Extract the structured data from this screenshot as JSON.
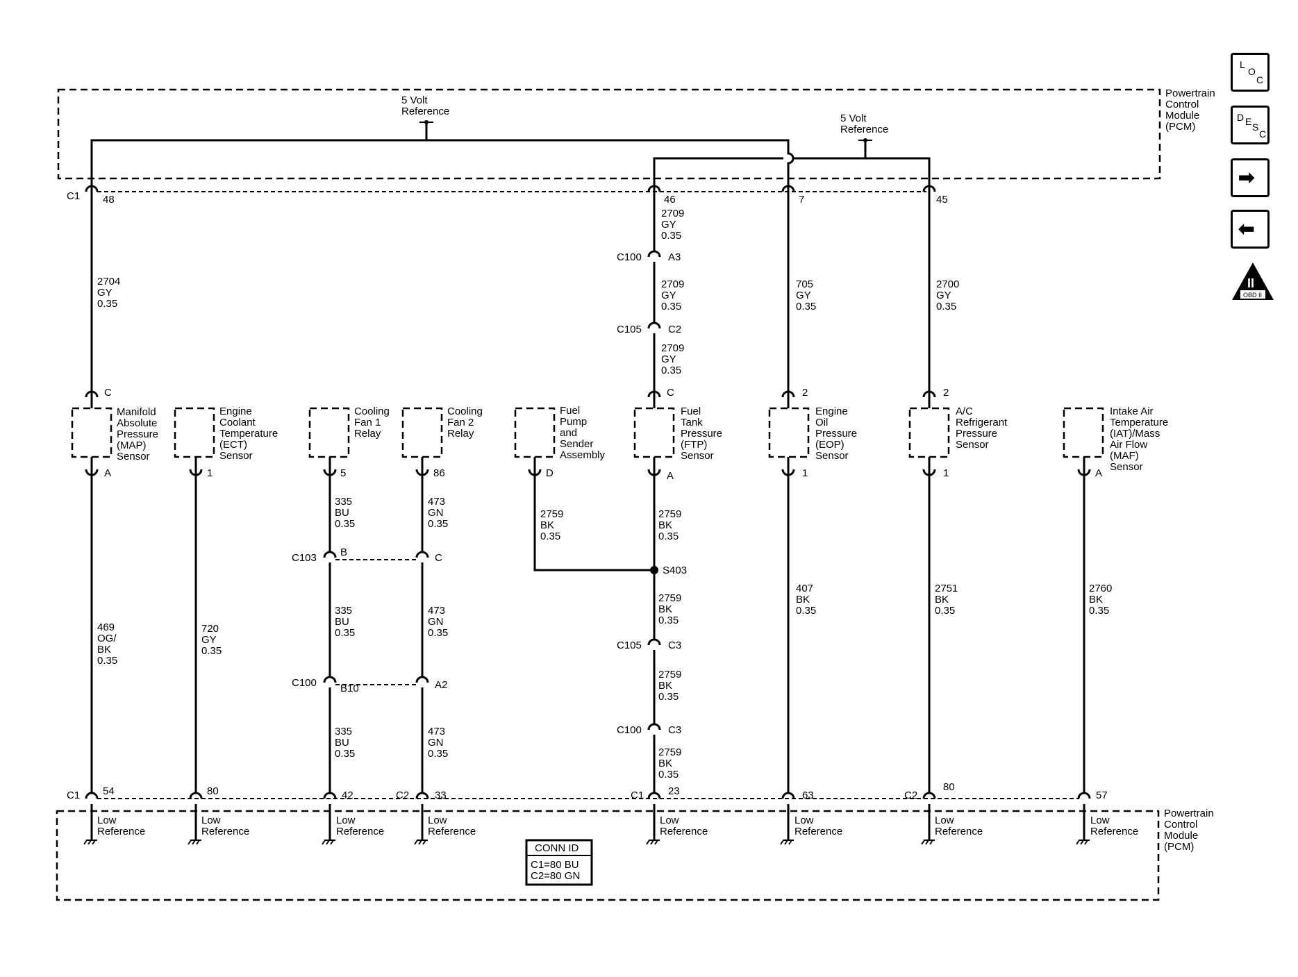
{
  "pcm_label": [
    "Powertrain",
    "Control",
    "Module",
    "(PCM)"
  ],
  "ref_5v_left": [
    "5 Volt",
    "Reference"
  ],
  "ref_5v_right": [
    "5 Volt",
    "Reference"
  ],
  "conn_id": {
    "title": "CONN ID",
    "c1": "C1=80 BU",
    "c2": "C2=80 GN"
  },
  "low_ref": [
    "Low",
    "Reference"
  ],
  "nav": {
    "loc": [
      "L",
      "O",
      "C"
    ],
    "desc": [
      "D",
      "E",
      "S",
      "C"
    ],
    "next": "➡",
    "prev": "⬅",
    "obd_numeral": "II",
    "obd_text": "OBD II"
  },
  "top_pins": {
    "c1": "C1",
    "p48": "48",
    "p46": "46",
    "p7": "7",
    "p45": "45"
  },
  "sensors": {
    "map": [
      "Manifold",
      "Absolute",
      "Pressure",
      "(MAP)",
      "Sensor"
    ],
    "ect": [
      "Engine",
      "Coolant",
      "Temperature",
      "(ECT)",
      "Sensor"
    ],
    "fan1": [
      "Cooling",
      "Fan 1",
      "Relay"
    ],
    "fan2": [
      "Cooling",
      "Fan 2",
      "Relay"
    ],
    "fuel_pump": [
      "Fuel",
      "Pump",
      "and",
      "Sender",
      "Assembly"
    ],
    "ftp": [
      "Fuel",
      "Tank",
      "Pressure",
      "(FTP)",
      "Sensor"
    ],
    "eop": [
      "Engine",
      "Oil",
      "Pressure",
      "(EOP)",
      "Sensor"
    ],
    "ac": [
      "A/C",
      "Refrigerant",
      "Pressure",
      "Sensor"
    ],
    "iat": [
      "Intake Air",
      "Temperature",
      "(IAT)/Mass",
      "Air Flow",
      "(MAF)",
      "Sensor"
    ]
  },
  "sensor_pins": {
    "map_top": "C",
    "map_bot": "A",
    "ect_bot": "1",
    "fan1_bot": "5",
    "fan2_bot": "86",
    "pump_bot": "D",
    "ftp_top": "C",
    "ftp_bot": "A",
    "eop_top": "2",
    "eop_bot": "1",
    "ac_top": "2",
    "ac_bot": "1",
    "iat_bot": "A"
  },
  "wires": {
    "w2704": [
      "2704",
      "GY",
      "0.35"
    ],
    "w2709a": [
      "2709",
      "GY",
      "0.35"
    ],
    "w2709b": [
      "2709",
      "GY",
      "0.35"
    ],
    "w2709c": [
      "2709",
      "GY",
      "0.35"
    ],
    "w705": [
      "705",
      "GY",
      "0.35"
    ],
    "w2700": [
      "2700",
      "GY",
      "0.35"
    ],
    "w469": [
      "469",
      "OG/",
      "BK",
      "0.35"
    ],
    "w720": [
      "720",
      "GY",
      "0.35"
    ],
    "w335a": [
      "335",
      "BU",
      "0.35"
    ],
    "w335b": [
      "335",
      "BU",
      "0.35"
    ],
    "w335c": [
      "335",
      "BU",
      "0.35"
    ],
    "w473a": [
      "473",
      "GN",
      "0.35"
    ],
    "w473b": [
      "473",
      "GN",
      "0.35"
    ],
    "w473c": [
      "473",
      "GN",
      "0.35"
    ],
    "w2759p": [
      "2759",
      "BK",
      "0.35"
    ],
    "w2759a": [
      "2759",
      "BK",
      "0.35"
    ],
    "w2759b": [
      "2759",
      "BK",
      "0.35"
    ],
    "w2759c": [
      "2759",
      "BK",
      "0.35"
    ],
    "w2759d": [
      "2759",
      "BK",
      "0.35"
    ],
    "w407": [
      "407",
      "BK",
      "0.35"
    ],
    "w2751": [
      "2751",
      "BK",
      "0.35"
    ],
    "w2760": [
      "2760",
      "BK",
      "0.35"
    ]
  },
  "inline_conn": {
    "c100a": "C100",
    "c100a_pin": "A3",
    "c105a": "C105",
    "c105a_pin": "C2",
    "c103": "C103",
    "c103_b": "B",
    "c103_c": "C",
    "c100b": "C100",
    "c100b_b10": "B10",
    "c100b_a2": "A2",
    "c105b": "C105",
    "c105b_pin": "C3",
    "c100c": "C100",
    "c100c_pin": "C3",
    "s403": "S403"
  },
  "bottom_pins": {
    "c1a": "C1",
    "p54": "54",
    "p80a": "80",
    "p42": "42",
    "c2a": "C2",
    "p33": "33",
    "c1b": "C1",
    "p23": "23",
    "p63": "63",
    "c2b": "C2",
    "p80b": "80",
    "p57": "57"
  }
}
